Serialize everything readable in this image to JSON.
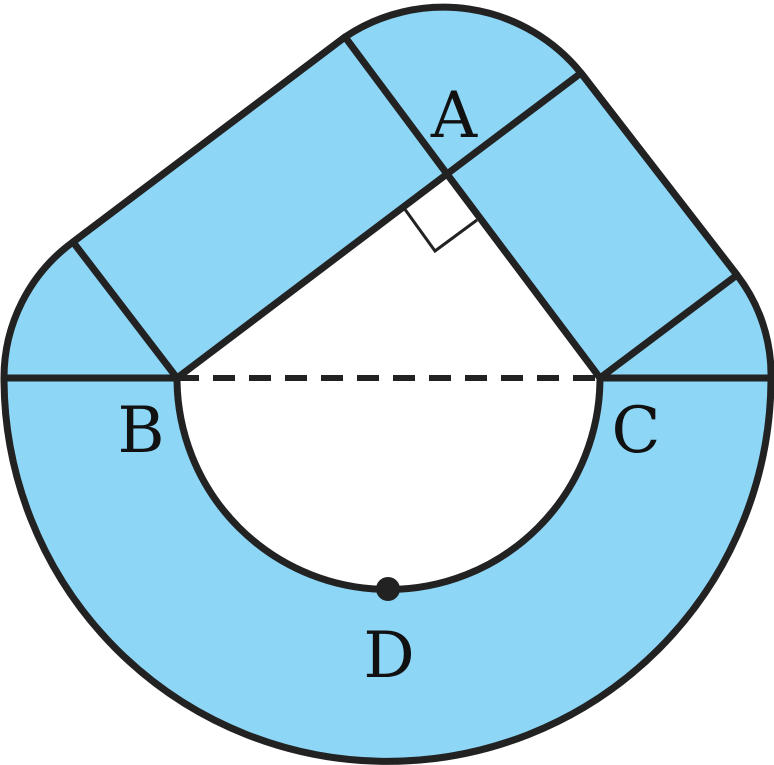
{
  "colors": {
    "fill": "#8dd6f5",
    "stroke": "#222222",
    "background": "#ffffff"
  },
  "points": {
    "A": "A",
    "B": "B",
    "C": "C",
    "D": "D"
  }
}
